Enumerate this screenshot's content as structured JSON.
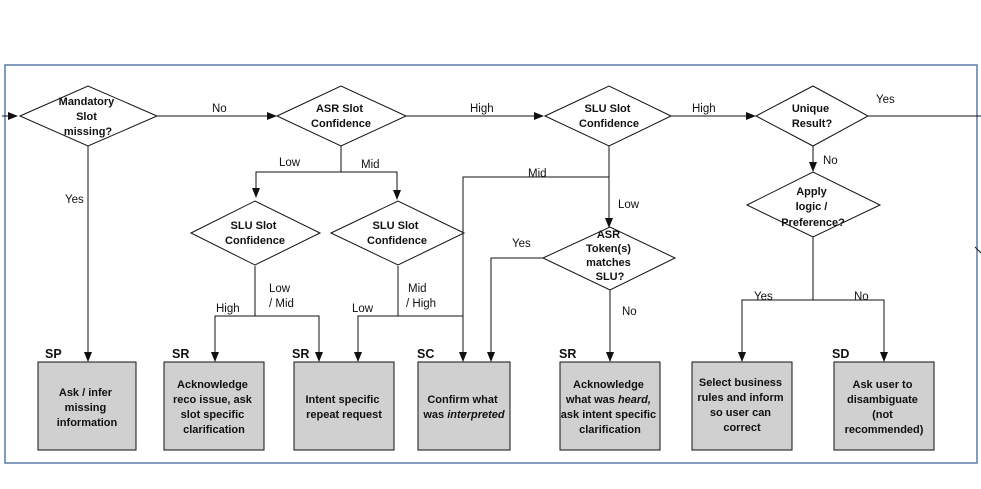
{
  "decisions": {
    "mandatory": [
      "Mandatory",
      "Slot",
      "missing?"
    ],
    "asr_conf": [
      "ASR Slot",
      "Confidence"
    ],
    "slu_conf_top": [
      "SLU Slot",
      "Confidence"
    ],
    "unique": [
      "Unique",
      "Result?"
    ],
    "slu_conf_left": [
      "SLU Slot",
      "Confidence"
    ],
    "slu_conf_mid": [
      "SLU Slot",
      "Confidence"
    ],
    "asr_token": [
      "ASR",
      "Token(s)",
      "matches",
      "SLU?"
    ],
    "apply_logic": [
      "Apply",
      "logic /",
      "Preference?"
    ]
  },
  "outcomes": {
    "ask_infer": {
      "tag": "SP",
      "lines": [
        "Ask / infer",
        "missing",
        "information"
      ]
    },
    "ack_reco": {
      "tag": "SR",
      "lines": [
        "Acknowledge",
        "reco issue, ask",
        "slot specific",
        "clarification"
      ]
    },
    "intent_repeat": {
      "tag": "SR",
      "lines": [
        "Intent specific",
        "repeat request"
      ]
    },
    "confirm": {
      "tag": "SC",
      "lines": [
        "Confirm what",
        "was interpreted"
      ]
    },
    "ack_heard": {
      "tag": "SR",
      "lines": [
        "Acknowledge",
        "what was heard,",
        "ask intent specific",
        "clarification"
      ]
    },
    "business_rules": {
      "tag": "",
      "lines": [
        "Select business",
        "rules and inform",
        "so user can",
        "correct"
      ]
    },
    "disambiguate": {
      "tag": "SD",
      "lines": [
        "Ask user to",
        "disambiguate",
        "(not",
        "recommended)"
      ]
    }
  },
  "edge_labels": {
    "no_1": "No",
    "high_1": "High",
    "high_2": "High",
    "yes_top": "Yes",
    "yes_mandatory": "Yes",
    "low_asr": "Low",
    "mid_asr": "Mid",
    "mid_slu": "Mid",
    "low_slu": "Low",
    "no_unique": "No",
    "high_left": "High",
    "lowmid_1": "Low",
    "lowmid_2": "/ Mid",
    "low_mid": "Low",
    "midhigh_1": "Mid",
    "midhigh_2": "/ High",
    "yes_token": "Yes",
    "no_token": "No",
    "yes_logic": "Yes",
    "no_logic": "No"
  },
  "colors": {
    "frame": "#5b7aa8",
    "box_fill": "#d0d0d0",
    "line": "#111111"
  }
}
